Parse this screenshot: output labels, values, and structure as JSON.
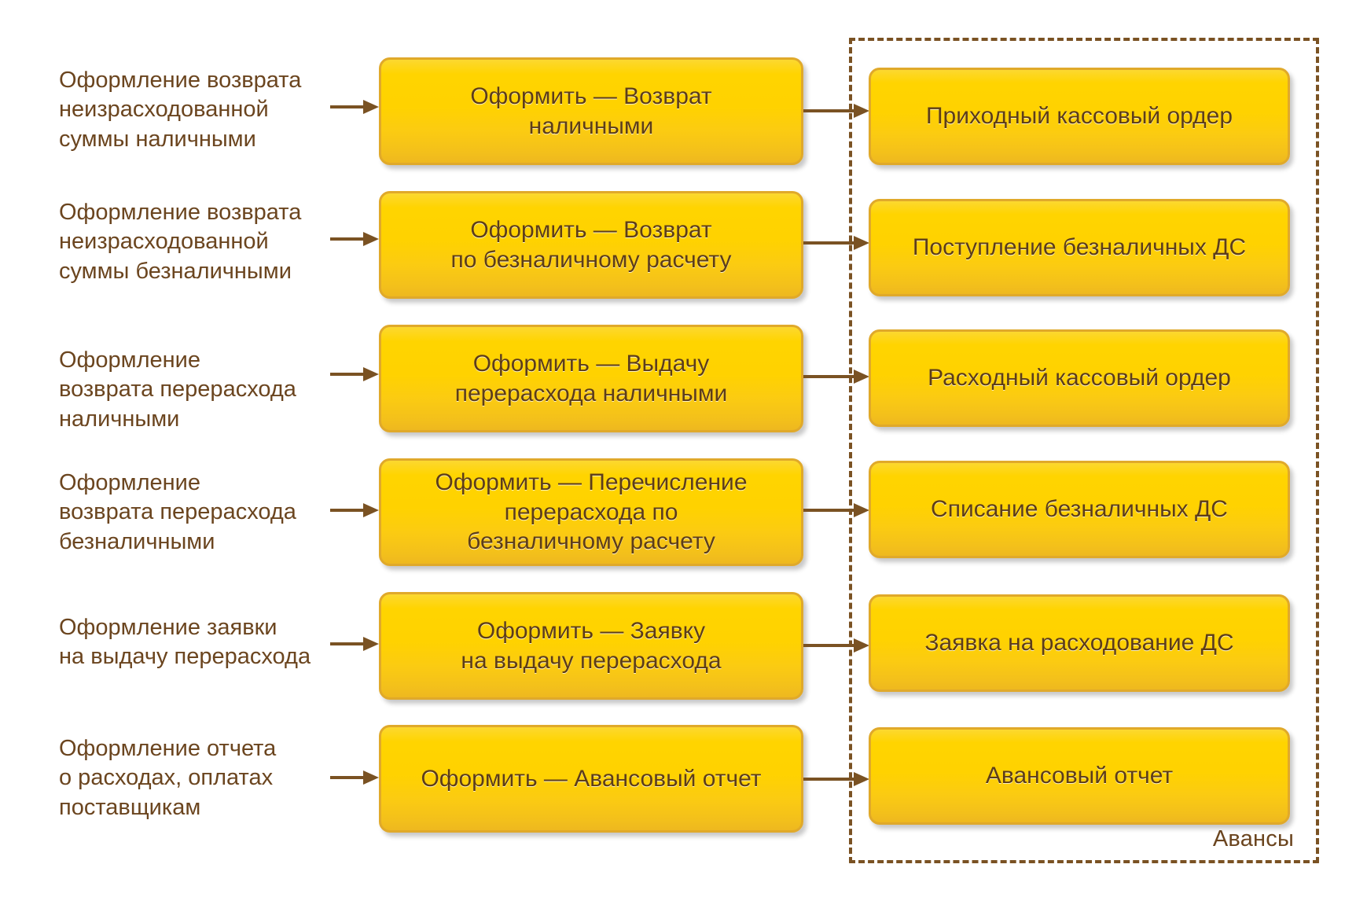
{
  "diagram": {
    "title_group": "Авансы",
    "colors": {
      "text_brown": "#6b451f",
      "node_text": "#5d3d18",
      "node_fill_top": "#ffd400",
      "node_fill_bottom": "#eeb81f",
      "node_border": "#e0a92a",
      "arrow": "#7a5223",
      "group_border": "#7a5223",
      "background": "#ffffff"
    },
    "rows": [
      {
        "caption": "Оформление возврата\nнеизрасходованной\nсуммы наличными",
        "action": "Оформить — Возврат\nналичными",
        "document": "Приходный кассовый ордер"
      },
      {
        "caption": "Оформление возврата\nнеизрасходованной\nсуммы безналичными",
        "action": "Оформить — Возврат\nпо безналичному расчету",
        "document": "Поступление безналичных ДС"
      },
      {
        "caption": "Оформление\nвозврата перерасхода\nналичными",
        "action": "Оформить — Выдачу\nперерасхода наличными",
        "document": "Расходный кассовый ордер"
      },
      {
        "caption": "Оформление\nвозврата перерасхода\nбезналичными",
        "action": "Оформить — Перечисление\nперерасхода по\nбезналичному расчету",
        "document": "Списание безналичных ДС"
      },
      {
        "caption": "Оформление заявки\nна выдачу перерасхода",
        "action": "Оформить — Заявку\nна выдачу перерасхода",
        "document": "Заявка на расходование ДС"
      },
      {
        "caption": "Оформление отчета\nо расходах, оплатах\nпоставщикам",
        "action": "Оформить — Авансовый отчет",
        "document": "Авансовый отчет"
      }
    ]
  }
}
